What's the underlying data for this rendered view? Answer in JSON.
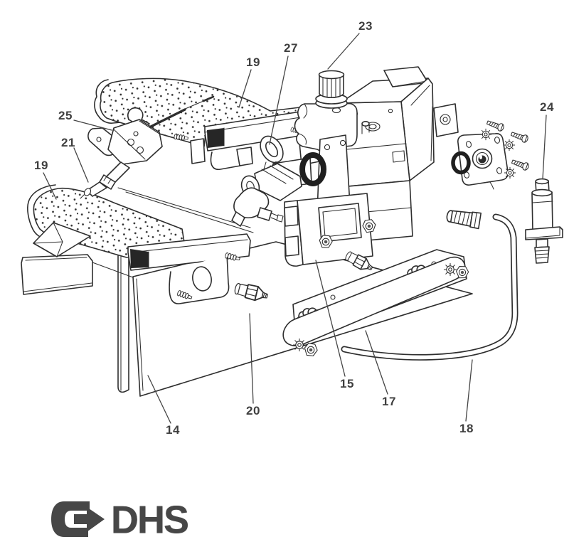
{
  "callouts": [
    {
      "id": "23",
      "text": "23"
    },
    {
      "id": "27",
      "text": "27"
    },
    {
      "id": "19-top",
      "text": "19"
    },
    {
      "id": "25",
      "text": "25"
    },
    {
      "id": "21",
      "text": "21"
    },
    {
      "id": "19-left",
      "text": "19"
    },
    {
      "id": "24",
      "text": "24"
    },
    {
      "id": "14",
      "text": "14"
    },
    {
      "id": "20",
      "text": "20"
    },
    {
      "id": "15",
      "text": "15"
    },
    {
      "id": "17",
      "text": "17"
    },
    {
      "id": "18",
      "text": "18"
    }
  ],
  "logo": {
    "text": "DHS",
    "icon": "arrow-right-c-icon"
  },
  "colors": {
    "line": "#2e2e2e",
    "label": "#3f3f3f",
    "logo": "#474747",
    "background": "#ffffff",
    "dark_fill": "#262626"
  }
}
